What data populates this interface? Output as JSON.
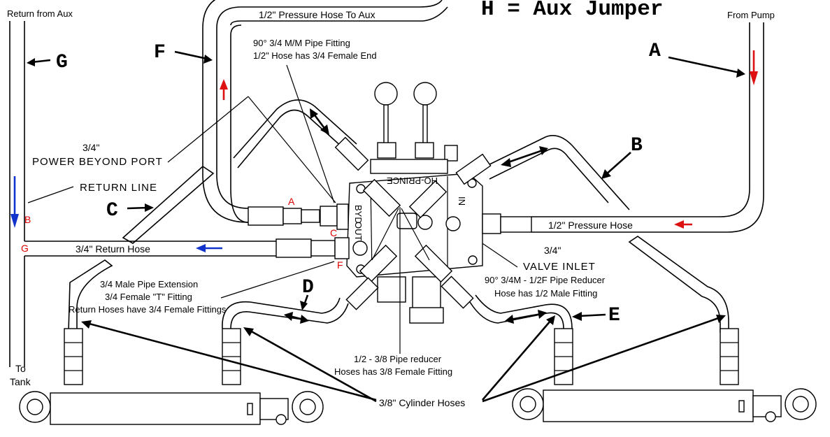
{
  "title": "H = Aux Jumper",
  "letters": {
    "A": "A",
    "B": "B",
    "C": "C",
    "D": "D",
    "E": "E",
    "F": "F",
    "G": "G"
  },
  "port_letters": {
    "A": "A",
    "B": "B",
    "C": "C",
    "D": "D",
    "F": "F",
    "G": "G"
  },
  "labels": {
    "return_from_aux": "Return from Aux",
    "from_pump": "From Pump",
    "pressure_hose_to_aux": "1/2\" Pressure Hose  To Aux",
    "fitting_90_line1": "90° 3/4 M/M Pipe Fitting",
    "fitting_90_line2": "1/2\" Hose has 3/4 Female End",
    "power_beyond_size": "3/4\"",
    "power_beyond_port": "POWER BEYOND PORT",
    "return_line": "RETURN LINE",
    "return_hose": "3/4\" Return Hose",
    "pressure_hose": "1/2\" Pressure Hose",
    "valve_inlet_size": "3/4\"",
    "valve_inlet": "VALVE INLET",
    "reducer_line1": "90° 3/4M - 1/2F Pipe Reducer",
    "reducer_line2": "Hose has 1/2 Male Fitting",
    "tee_line1": "3/4 Male Pipe Extension",
    "tee_line2": "3/4 Female \"T\" Fitting",
    "tee_line3": "Return Hoses have 3/4 Female Fittings",
    "pipe_reducer_line1": "1/2 - 3/8 Pipe reducer",
    "pipe_reducer_line2": "Hoses has 3/8 Female Fitting",
    "cylinder_hoses": "3/8\" Cylinder Hoses",
    "to": "To",
    "tank": "Tank"
  },
  "valve_text": {
    "brand": "HO-PRINCE",
    "out": "OUT",
    "byd": "BYD",
    "in": "IN"
  },
  "colors": {
    "flow_red": "#dd1111",
    "flow_blue": "#1133cc",
    "port_letter_red": "#dd0000"
  }
}
